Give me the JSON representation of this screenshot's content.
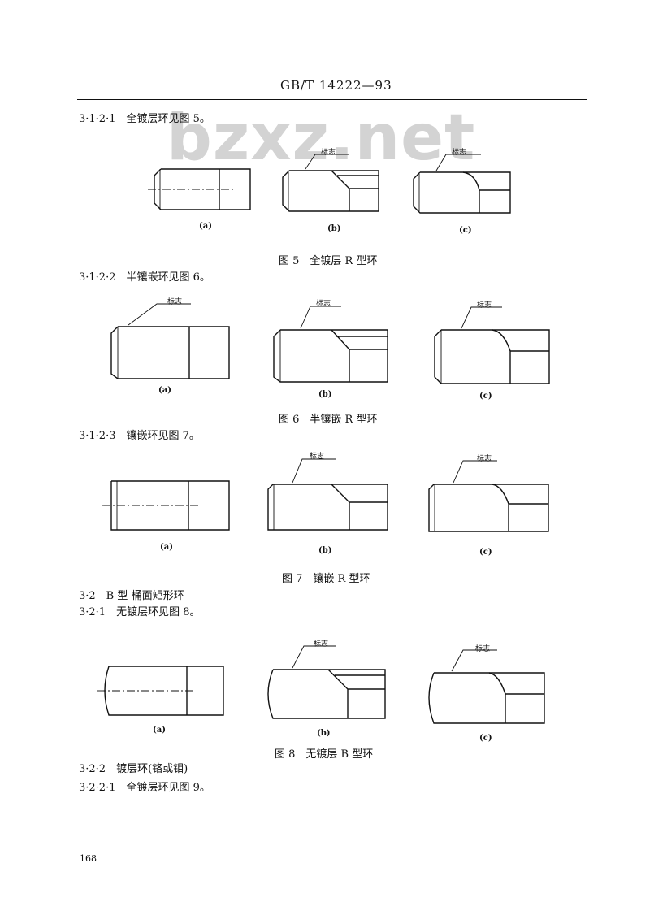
{
  "watermark": "bzxz.net",
  "header": "GB/T 14222—93",
  "lines": [
    "3·1·2·1　全镀层环见图 5。",
    "3·1·2·2　半镶嵌环见图 6。",
    "3·1·2·3　镶嵌环见图 7。",
    "3·2　B 型-桶面矩形环",
    "3·2·1　无镀层环见图 8。",
    "3·2·2　镀层环(铬或钼)",
    "3·2·2·1　全镀层环见图 9。"
  ],
  "captions": [
    "图 5　全镀层 R 型环",
    "图 6　半镶嵌 R 型环",
    "图 7　镶嵌 R 型环",
    "图 8　无镀层 B 型环"
  ],
  "sublabels": [
    "(a)",
    "(b)",
    "(c)"
  ],
  "mark_label": "标志",
  "page_number": "168"
}
